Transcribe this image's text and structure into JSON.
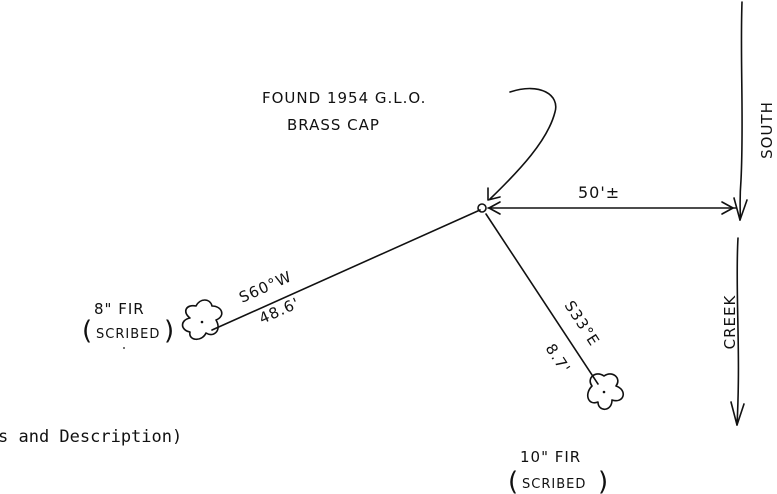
{
  "monument": {
    "label_line1": "FOUND 1954 G.L.O.",
    "label_line2": "BRASS CAP"
  },
  "creek_tie": {
    "distance": "50'±"
  },
  "creek": {
    "label_upper": "SOUTH",
    "label_lower": "CREEK"
  },
  "bearing_tree_1": {
    "bearing": "S60°W",
    "distance": "48.6'",
    "label_line1": "8\" FIR",
    "label_line2": "SCRIBED"
  },
  "bearing_tree_2": {
    "bearing": "S33°E",
    "distance": "8.7'",
    "label_line1": "10\" FIR",
    "label_line2": "SCRIBED"
  },
  "caption": {
    "text": "s and Description)"
  }
}
